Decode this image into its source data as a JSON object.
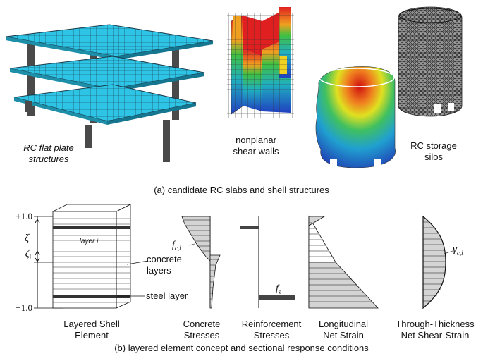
{
  "part_a": {
    "label_flat_plate": [
      "RC flat plate",
      "structures"
    ],
    "label_shear_walls": [
      "nonplanar",
      "shear walls"
    ],
    "label_silos": [
      "RC storage",
      "silos"
    ],
    "caption": "(a) candidate RC slabs and shell structures"
  },
  "part_b": {
    "axis": {
      "top": "+1.0",
      "bottom": "−1.0",
      "zeta": "ζ",
      "zeta_i": "ζ",
      "zeta_i_sub": "i"
    },
    "element_labels": {
      "layer_i": "layer i",
      "concrete_layers": [
        "concrete",
        "layers"
      ],
      "steel_layer": "steel layer"
    },
    "symbols": {
      "fc": "f",
      "fc_sub": "c,i",
      "fs": "f",
      "fs_sub": "s",
      "gamma": "γ",
      "gamma_sub": "c,i"
    },
    "panel_labels": {
      "shell": [
        "Layered Shell",
        "Element"
      ],
      "concrete": [
        "Concrete",
        "Stresses"
      ],
      "reinforcement": [
        "Reinforcement",
        "Stresses"
      ],
      "strain": [
        "Longitudinal",
        "Net Strain"
      ],
      "shear": [
        "Through-Thickness",
        "Net Shear-Strain"
      ]
    },
    "caption": "(b) layered element concept and sectional response conditions"
  },
  "colors": {
    "slab": "#2ec4e6",
    "mesh": "#1a3a4a",
    "column": "#555555",
    "panel_fill": "#d4d4d4",
    "steel": "#444444"
  }
}
